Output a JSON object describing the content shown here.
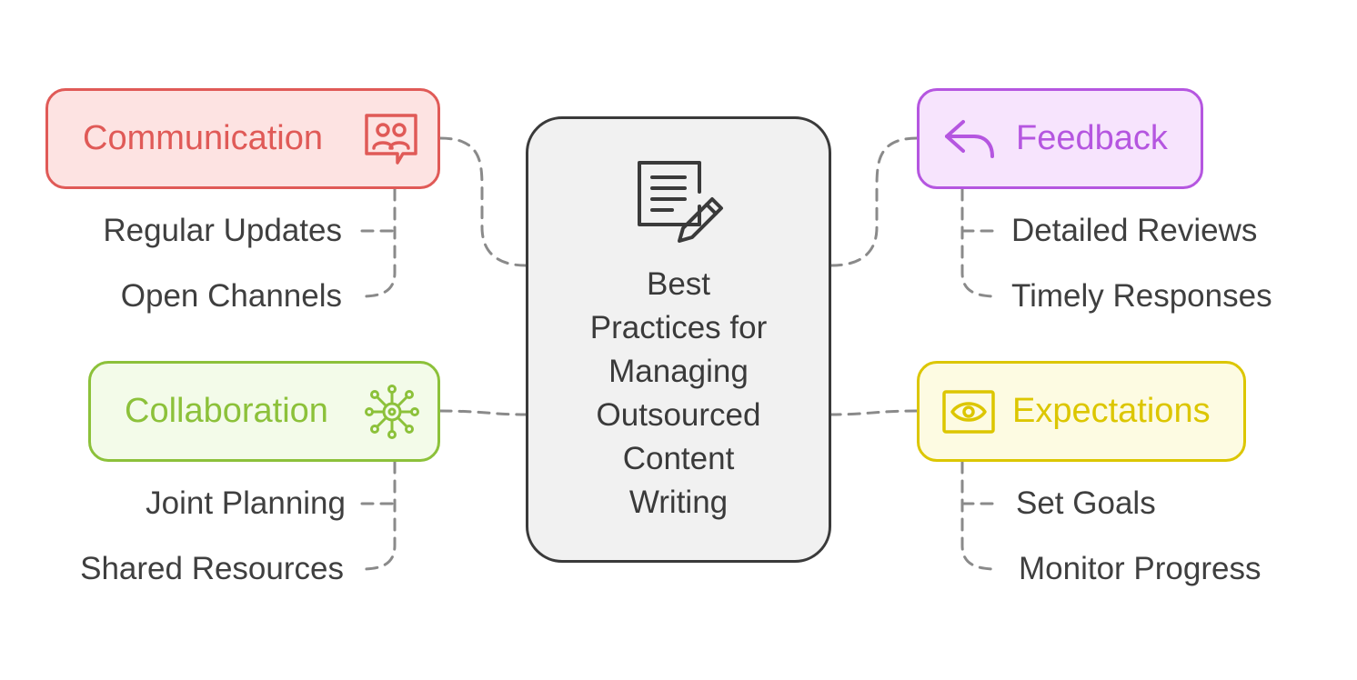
{
  "center": {
    "title": "Best\nPractices for\nManaging\nOutsourced\nContent\nWriting",
    "icon": "document-pencil-icon"
  },
  "nodes": {
    "communication": {
      "label": "Communication",
      "icon": "users-chat-icon",
      "color": "#e05a57",
      "fill": "#fde3e2",
      "items": [
        "Regular Updates",
        "Open Channels"
      ]
    },
    "collaboration": {
      "label": "Collaboration",
      "icon": "network-hub-icon",
      "color": "#8cc13a",
      "fill": "#f3fbe9",
      "items": [
        "Joint Planning",
        "Shared Resources"
      ]
    },
    "feedback": {
      "label": "Feedback",
      "icon": "reply-arrow-icon",
      "color": "#b556e0",
      "fill": "#f7e4fd",
      "items": [
        "Detailed Reviews",
        "Timely Responses"
      ]
    },
    "expectations": {
      "label": "Expectations",
      "icon": "eye-focus-icon",
      "color": "#dcc600",
      "fill": "#fdfbe2",
      "items": [
        "Set Goals",
        "Monitor Progress"
      ]
    }
  },
  "connector_color": "#8a8a8a"
}
